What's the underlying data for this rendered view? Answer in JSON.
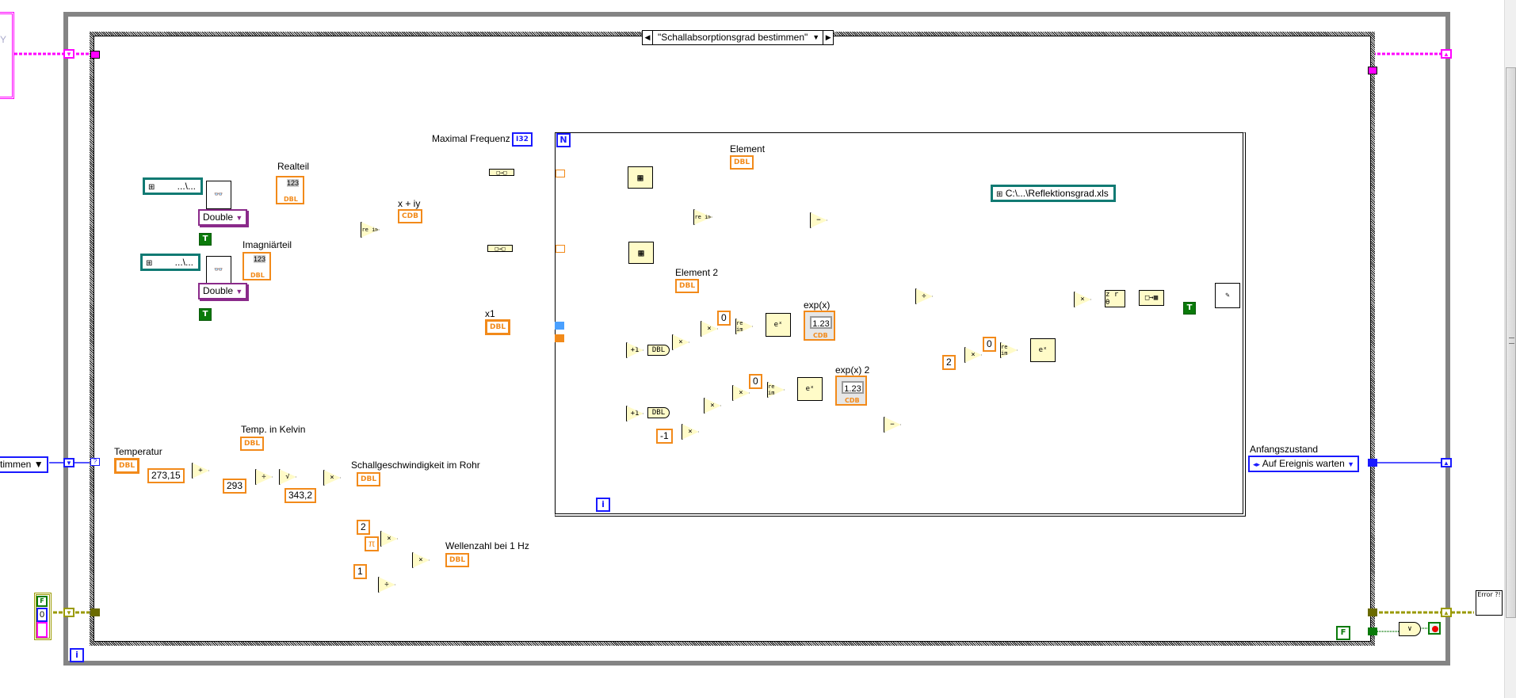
{
  "case_selector": {
    "value": "\"Schallabsorptionsgrad bestimmen\"",
    "left_arrow": "◀",
    "right_arrow": "▶",
    "dropdown": "▼"
  },
  "left_enum_partial": "stimmen",
  "left_cluster_partial": "Y",
  "file_inputs": [
    {
      "name": "realteil-path",
      "value": "...\\..."
    },
    {
      "name": "imagniaerteil-path",
      "value": "...\\..."
    }
  ],
  "ring_type": {
    "value": "Double",
    "arrow": "▼"
  },
  "bool_true": "T",
  "bool_false": "F",
  "labels": {
    "realteil": "Realteil",
    "imagniaerteil": "Imagniärteil",
    "x_plus_iy": "x + iy",
    "maximal_frequenz": "Maximal Frequenz",
    "element": "Element",
    "element2": "Element 2",
    "x1": "x1",
    "exp_x": "exp(x)",
    "exp_x2": "exp(x) 2",
    "temperatur": "Temperatur",
    "temp_kelvin": "Temp. in Kelvin",
    "schallgeschwindigkeit": "Schallgeschwindigkeit im Rohr",
    "wellenzahl": "Wellenzahl bei 1 Hz",
    "anfangszustand": "Anfangszustand"
  },
  "types": {
    "dbl": "DBL",
    "cdb": "CDB",
    "i32": "I32",
    "num_display": "123",
    "num_display2": "1.23"
  },
  "constants": {
    "c273": "273,15",
    "c293": "293",
    "c343": "343,2",
    "c2a": "2",
    "pi": "π",
    "c1": "1",
    "zero1": "0",
    "zero2": "0",
    "zero3": "0",
    "minus1": "-1",
    "two": "2"
  },
  "output_path": "C:\\...\\Reflektionsgrad.xls",
  "enum_anfangszustand": {
    "value": "Auf Ereignis warten",
    "arrow": "▼"
  },
  "loop_count_terminal": "N",
  "iteration_terminal": "i",
  "error_cluster": {
    "status": "F",
    "code": "0"
  },
  "error_handler": {
    "label": "Error ?!"
  }
}
